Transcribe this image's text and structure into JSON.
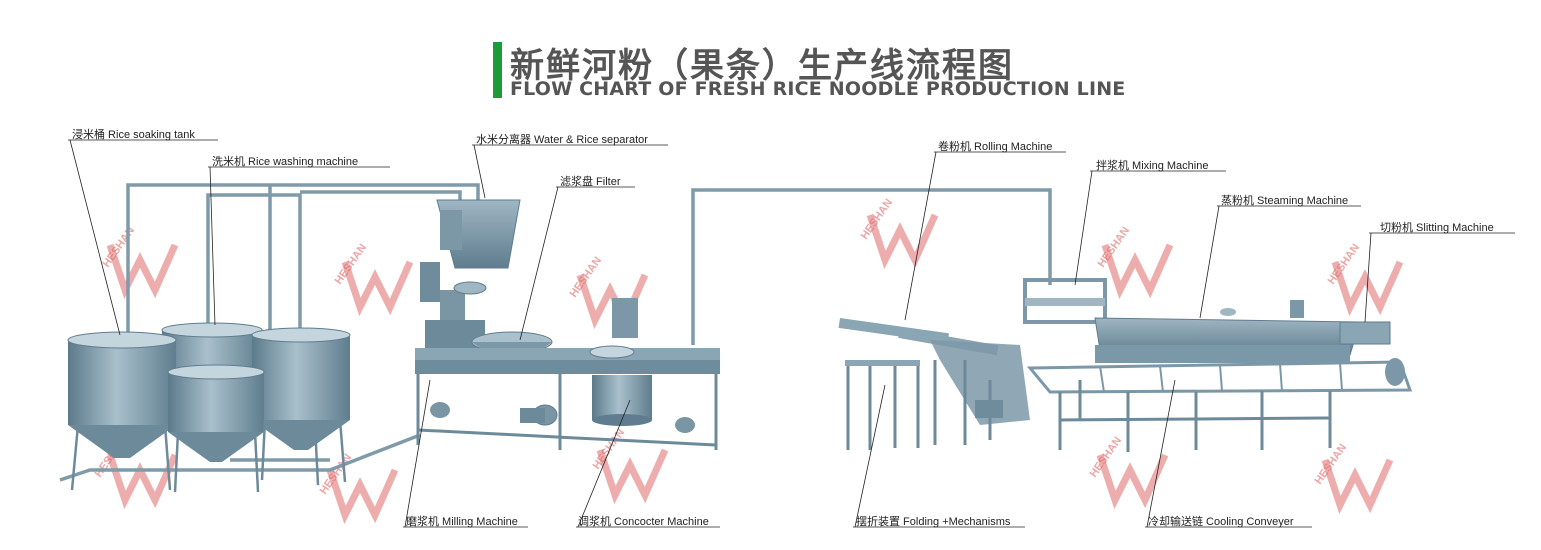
{
  "title": {
    "cn": "新鲜河粉（果条）生产线流程图",
    "en": "FLOW CHART OF FRESH RICE NOODLE PRODUCTION LINE"
  },
  "colors": {
    "accent_bar": "#1e9a3a",
    "machine_steel": "#7b98a8",
    "watermark": "#e06a6a"
  },
  "watermark_text": "HESHAN",
  "labels": {
    "rice_soaking_tank": "浸米桶 Rice soaking tank",
    "rice_washing_machine": "洗米机 Rice washing machine",
    "water_rice_separator": "水米分离器 Water & Rice separator",
    "filter": "滤浆盘 Filter",
    "milling_machine": "磨浆机 Milling Machine",
    "concocter_machine": "调浆机 Concocter Machine",
    "rolling_machine": "卷粉机 Rolling Machine",
    "mixing_machine": "拌浆机 Mixing Machine",
    "steaming_machine": "蒸粉机 Steaming Machine",
    "slitting_machine": "切粉机 Slitting Machine",
    "folding_mechanisms": "摆折装置 Folding +Mechanisms",
    "cooling_conveyer": "冷却输送链 Cooling Conveyer"
  }
}
